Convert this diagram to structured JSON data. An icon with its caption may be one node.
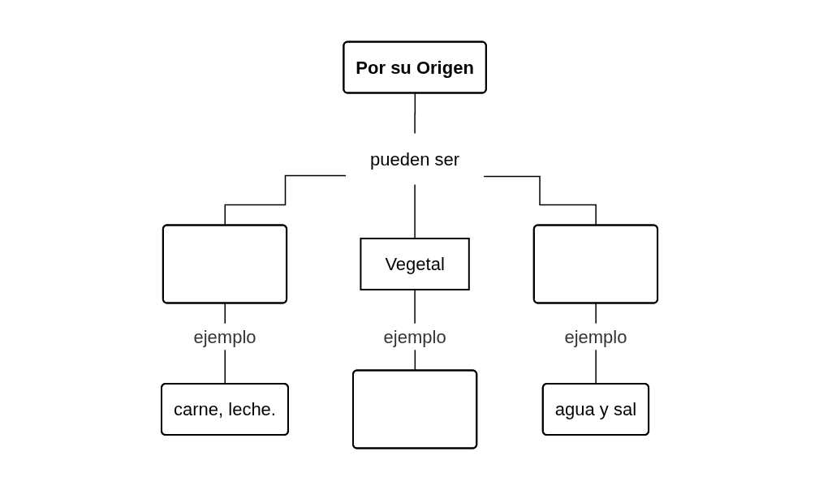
{
  "diagram": {
    "nodes": [
      {
        "text": [
          "Por su Origen"
        ]
      },
      {
        "text": [
          "pueden ser"
        ]
      },
      {
        "text": [],
        "shape": "box"
      },
      {
        "text": [
          "Vegetal"
        ]
      },
      {
        "text": [],
        "shape": "box"
      },
      {
        "text": [
          "carne, leche."
        ]
      },
      {
        "text": [],
        "shape": "box"
      },
      {
        "text": [
          "agua y sal"
        ]
      }
    ],
    "edges": [
      {
        "from": 0,
        "to": 1,
        "arrow": "none"
      },
      {
        "from": 1,
        "to": 2,
        "arrow": "none"
      },
      {
        "from": 1,
        "to": 3,
        "arrow": "none"
      },
      {
        "from": 1,
        "to": 4,
        "arrow": "none"
      },
      {
        "from": 2,
        "to": 5,
        "label": "ejemplo",
        "arrow": "none"
      },
      {
        "from": 3,
        "to": 6,
        "label": "ejemplo",
        "arrow": "none"
      },
      {
        "from": 4,
        "to": 7,
        "label": "ejemplo",
        "arrow": "none"
      }
    ]
  }
}
